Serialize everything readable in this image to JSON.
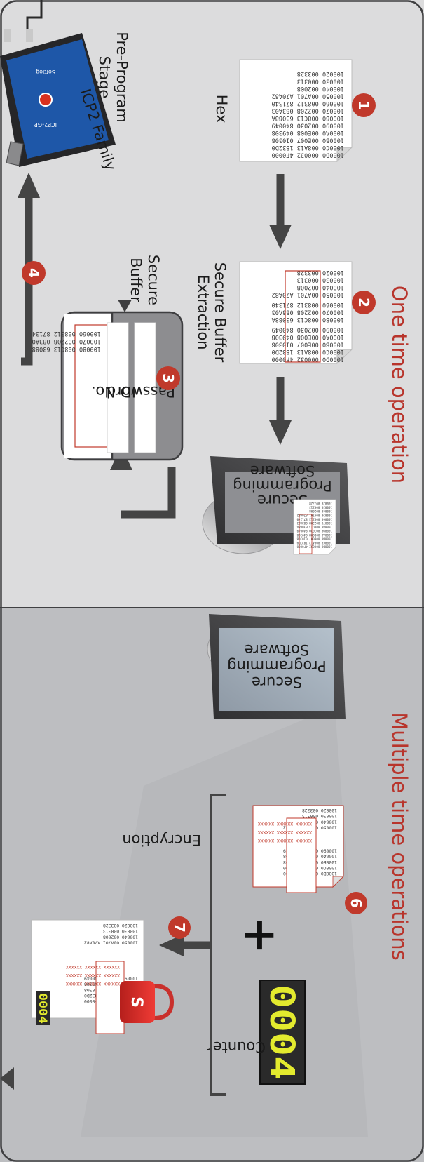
{
  "sections": {
    "one_time": "One time operation",
    "multiple_time": "Multiple time operations"
  },
  "steps": [
    "1",
    "2",
    "3",
    "4",
    "6",
    "7"
  ],
  "labels": {
    "hex": "Hex",
    "secure_buffer_extraction_1": "Secure Buffer",
    "secure_buffer_extraction_2": "Extraction",
    "secure_buffer_1": "Secure",
    "secure_buffer_2": "Buffer",
    "pre_program_1": "Pre-Program",
    "pre_program_2": "Stage",
    "icp2_family": "ICP2 Family",
    "password": "Password",
    "id_no": "ID No.",
    "encryption": "Encryption",
    "counter": "Counter",
    "plus": "+"
  },
  "software": {
    "line1": "Secure",
    "line2": "Programming",
    "line3": "Software"
  },
  "device": {
    "model": "ICP2-GP",
    "brand": "Softlog"
  },
  "hex_listing": [
    {
      "addr": "100020",
      "a": "003328",
      "b": ""
    },
    {
      "addr": "100030",
      "a": "000313",
      "b": ""
    },
    {
      "addr": "100040",
      "a": "002008",
      "b": ""
    },
    {
      "addr": "100050",
      "a": "00A701",
      "b": "A70A82"
    },
    {
      "addr": "100060",
      "a": "008312",
      "b": "871340"
    },
    {
      "addr": "100070",
      "a": "002208",
      "b": "083A03"
    },
    {
      "addr": "100080",
      "a": "008C13",
      "b": "63088A"
    },
    {
      "addr": "100090",
      "a": "002030",
      "b": "840049"
    },
    {
      "addr": "1000A0",
      "a": "00E008",
      "b": "049308"
    },
    {
      "addr": "1000B0",
      "a": "00E007",
      "b": "010308"
    },
    {
      "addr": "1000C0",
      "a": "008A13",
      "b": "1832D0"
    },
    {
      "addr": "1000D0",
      "a": "000032",
      "b": "4F0000"
    }
  ],
  "secure_rows": [
    {
      "addr": "100060",
      "a": "008312",
      "b": "871340"
    },
    {
      "addr": "100070",
      "a": "002208",
      "b": "083A03"
    },
    {
      "addr": "100080",
      "a": "008C13",
      "b": "63088A"
    }
  ],
  "masked_word": "XXXXXX",
  "counter_value": "0004",
  "colors": {
    "accent_red": "#c0392b",
    "panel_top": "#dcdcdd",
    "panel_bottom": "#bdbec1",
    "arrow": "#444444",
    "counter_lit": "#e3ea2e"
  }
}
